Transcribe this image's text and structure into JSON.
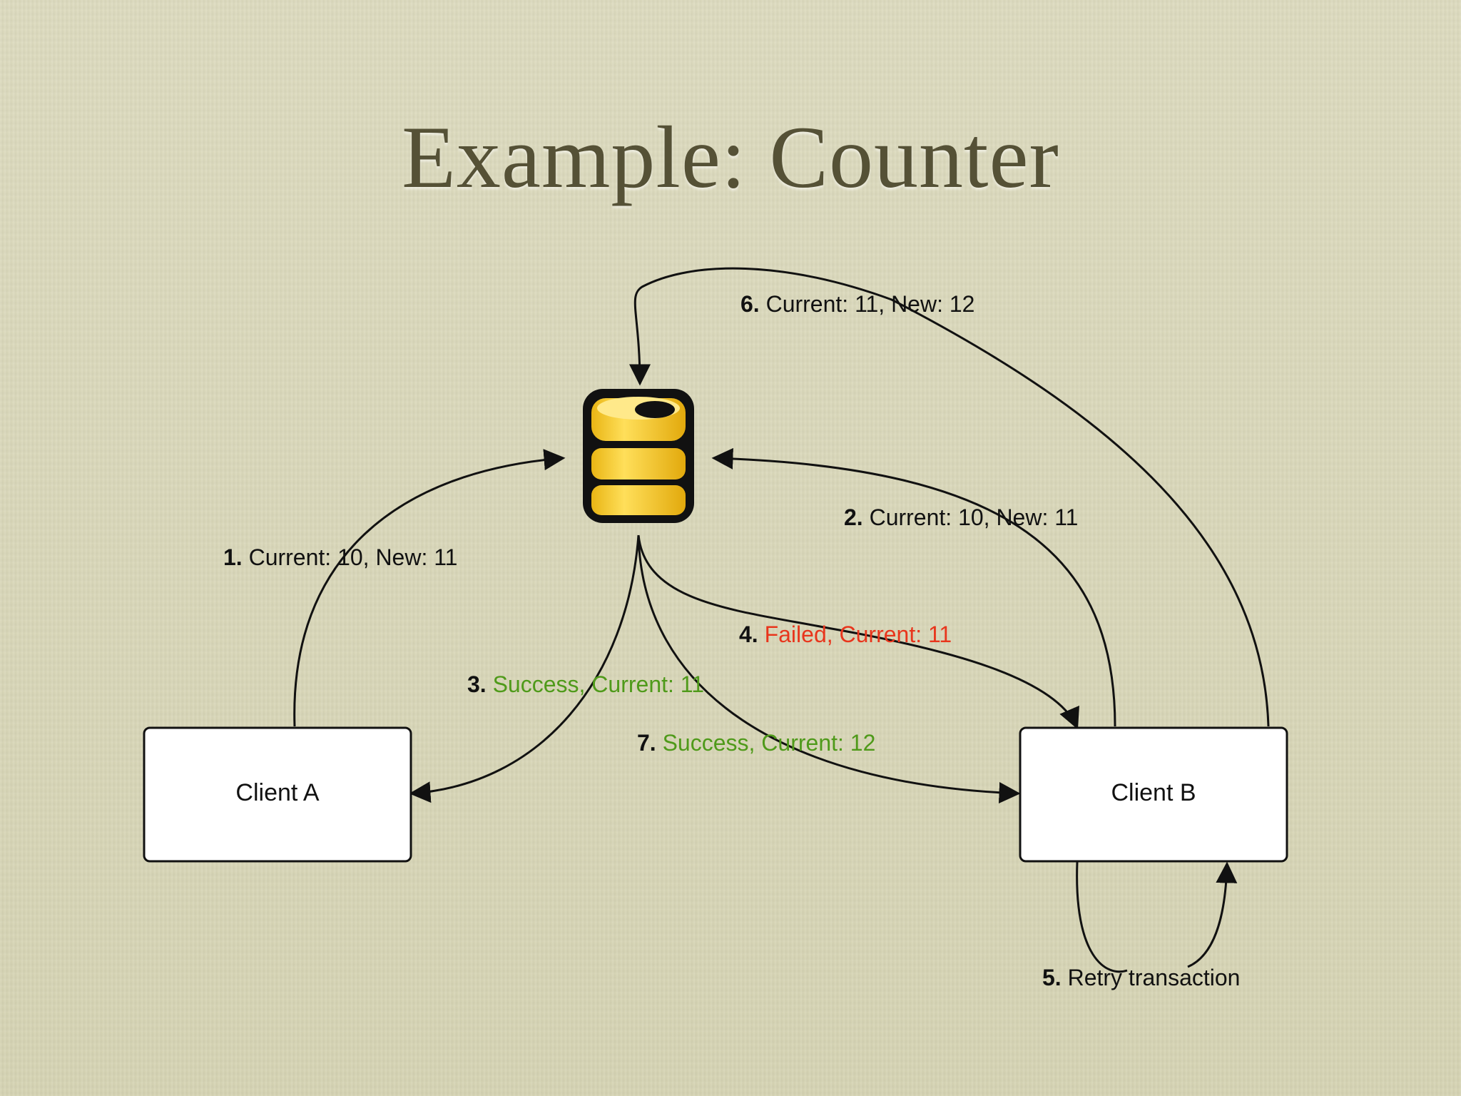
{
  "title": "Example: Counter",
  "nodes": {
    "client_a": "Client A",
    "client_b": "Client B"
  },
  "steps": [
    {
      "num": "1.",
      "text": "Current: 10, New: 11",
      "color": "#111111"
    },
    {
      "num": "2.",
      "text": "Current: 10, New: 11",
      "color": "#111111"
    },
    {
      "num": "3.",
      "text": "Success, Current: 11",
      "color": "#4f9a1a"
    },
    {
      "num": "4.",
      "text": "Failed, Current: 11",
      "color": "#e8351c"
    },
    {
      "num": "5.",
      "text": "Retry transaction",
      "color": "#111111"
    },
    {
      "num": "6.",
      "text": "Current: 11, New: 12",
      "color": "#111111"
    },
    {
      "num": "7.",
      "text": "Success, Current: 12",
      "color": "#4f9a1a"
    }
  ],
  "database_icon": "database-icon",
  "colors": {
    "title": "#555136",
    "success": "#4f9a1a",
    "failed": "#e8351c",
    "db_fill": "#f6c92a"
  }
}
